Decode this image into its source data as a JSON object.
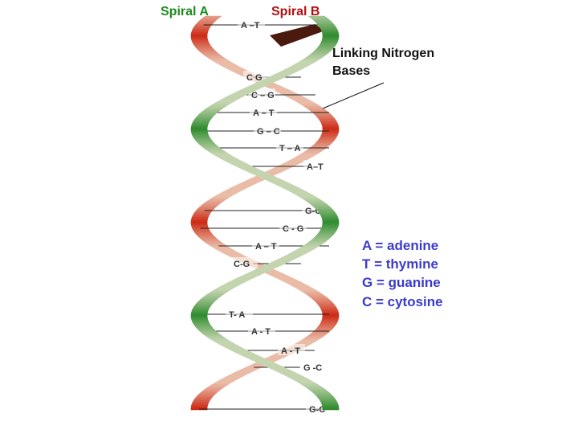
{
  "title_a": "Spiral A",
  "title_b": "Spiral B",
  "callout": {
    "line1": "Linking Nitrogen",
    "line2": "Bases"
  },
  "base_pairs": [
    "A –T",
    "C G",
    "C – G",
    "A – T",
    "G – C",
    "T – A",
    "A–T",
    "G-C",
    "C - G",
    "A – T",
    "C-G",
    "T- A",
    "A - T",
    "A - T",
    "G -C",
    "G-C"
  ],
  "legend": [
    "A = adenine",
    "T = thymine",
    "G = guanine",
    "C = cytosine"
  ],
  "colors": {
    "spiral_a": "#2e8b2e",
    "spiral_b": "#cc2a14",
    "spiral_b_dark": "#4a1a0e",
    "legend": "#3a3ad0",
    "title_a": "#1e8a1e",
    "title_b": "#b01010"
  }
}
